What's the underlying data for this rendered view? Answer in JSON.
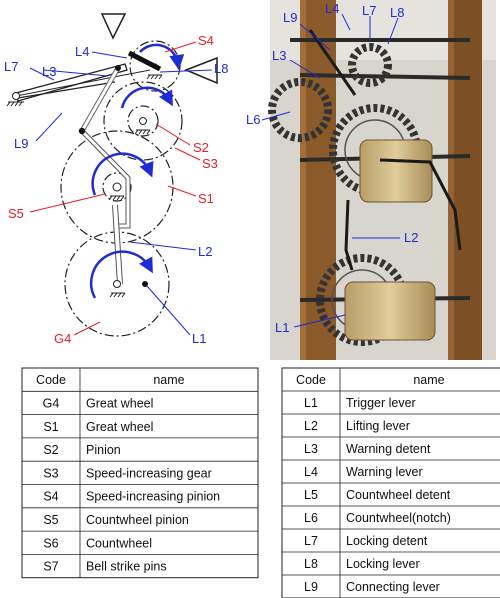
{
  "diagram_labels": {
    "G4": "G4",
    "S1": "S1",
    "S2": "S2",
    "S3": "S3",
    "S4": "S4",
    "S5": "S5",
    "L1": "L1",
    "L2": "L2",
    "L3": "L3",
    "L4": "L4",
    "L7": "L7",
    "L8": "L8",
    "L9": "L9"
  },
  "photo_labels": {
    "L1": "L1",
    "L2": "L2",
    "L3": "L3",
    "L4": "L4",
    "L6": "L6",
    "L7": "L7",
    "L8": "L8",
    "L9": "L9"
  },
  "colors": {
    "red_label": "#e8202a",
    "blue_label": "#1f2bd6",
    "arrow": "#1f2bd6",
    "wood": "#8a5a2b",
    "rope": "#cdb582"
  },
  "table_left": {
    "headers": [
      "Code",
      "name"
    ],
    "rows": [
      [
        "G4",
        "Great wheel"
      ],
      [
        "S1",
        "Great wheel"
      ],
      [
        "S2",
        "Pinion"
      ],
      [
        "S3",
        "Speed-increasing gear"
      ],
      [
        "S4",
        "Speed-increasing pinion"
      ],
      [
        "S5",
        "Countwheel pinion"
      ],
      [
        "S6",
        "Countwheel"
      ],
      [
        "S7",
        "Bell strike pins"
      ]
    ]
  },
  "table_right": {
    "headers": [
      "Code",
      "name"
    ],
    "rows": [
      [
        "L1",
        "Trigger lever"
      ],
      [
        "L2",
        "Lifting lever"
      ],
      [
        "L3",
        "Warning detent"
      ],
      [
        "L4",
        "Warning lever"
      ],
      [
        "L5",
        "Countwheel detent"
      ],
      [
        "L6",
        "Countwheel(notch)"
      ],
      [
        "L7",
        "Locking detent"
      ],
      [
        "L8",
        "Locking lever"
      ],
      [
        "L9",
        "Connecting lever"
      ]
    ]
  }
}
